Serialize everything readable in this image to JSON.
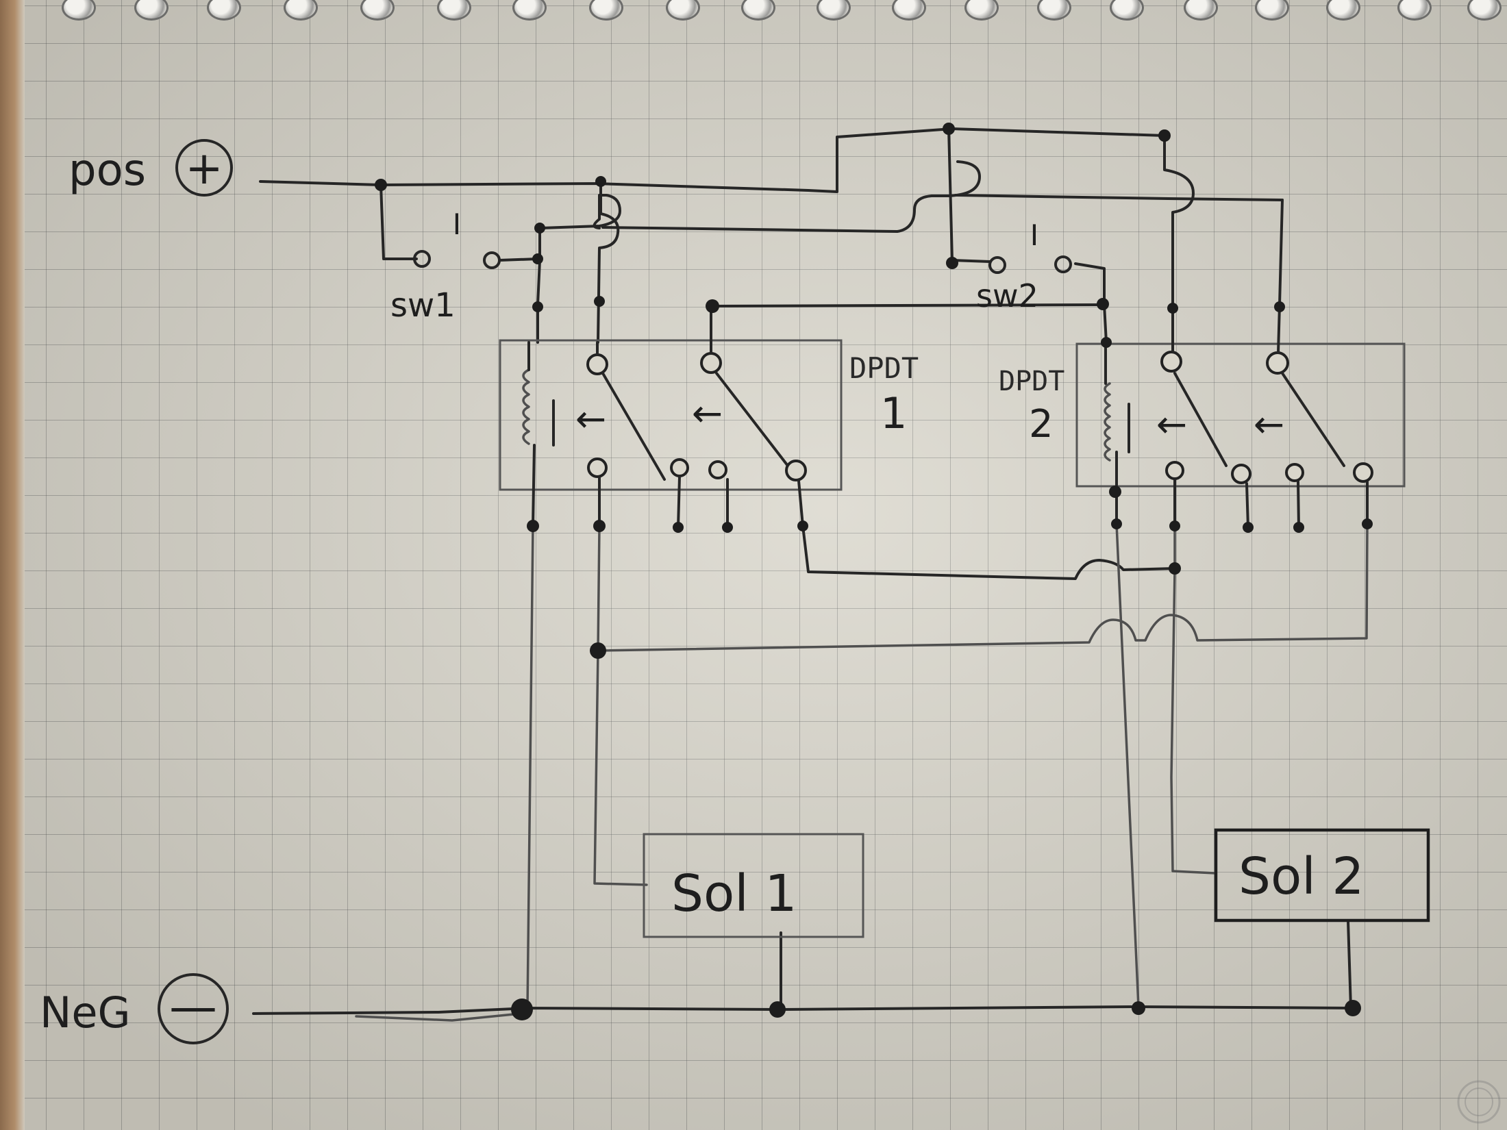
{
  "diagram": {
    "labels": {
      "pos": "pos",
      "pos_symbol": "+",
      "neg": "NeG",
      "neg_symbol": "—",
      "sw1": "sw1",
      "sw2": "sw2",
      "sw_symbol": "I",
      "dpdt1_text": "DPDT",
      "dpdt1_num": "1",
      "dpdt2_text": "DPDT",
      "dpdt2_num": "2",
      "sol1": "Sol 1",
      "sol2": "Sol 2",
      "arrow": "←"
    },
    "components": [
      {
        "id": "pos-terminal",
        "type": "power-terminal",
        "label": "pos +"
      },
      {
        "id": "neg-terminal",
        "type": "ground-terminal",
        "label": "NeG —"
      },
      {
        "id": "sw1",
        "type": "pushbutton-switch",
        "label": "sw1"
      },
      {
        "id": "sw2",
        "type": "pushbutton-switch",
        "label": "sw2"
      },
      {
        "id": "dpdt1",
        "type": "dpdt-relay",
        "label": "DPDT 1"
      },
      {
        "id": "dpdt2",
        "type": "dpdt-relay",
        "label": "DPDT 2"
      },
      {
        "id": "sol1",
        "type": "solenoid",
        "label": "Sol 1"
      },
      {
        "id": "sol2",
        "type": "solenoid",
        "label": "Sol 2"
      }
    ],
    "style": {
      "paper_color": "#d9d6cb",
      "grid_color": "#8a8a8a",
      "ink_color": "#262626",
      "pencil_color": "#4f4f4f"
    }
  }
}
